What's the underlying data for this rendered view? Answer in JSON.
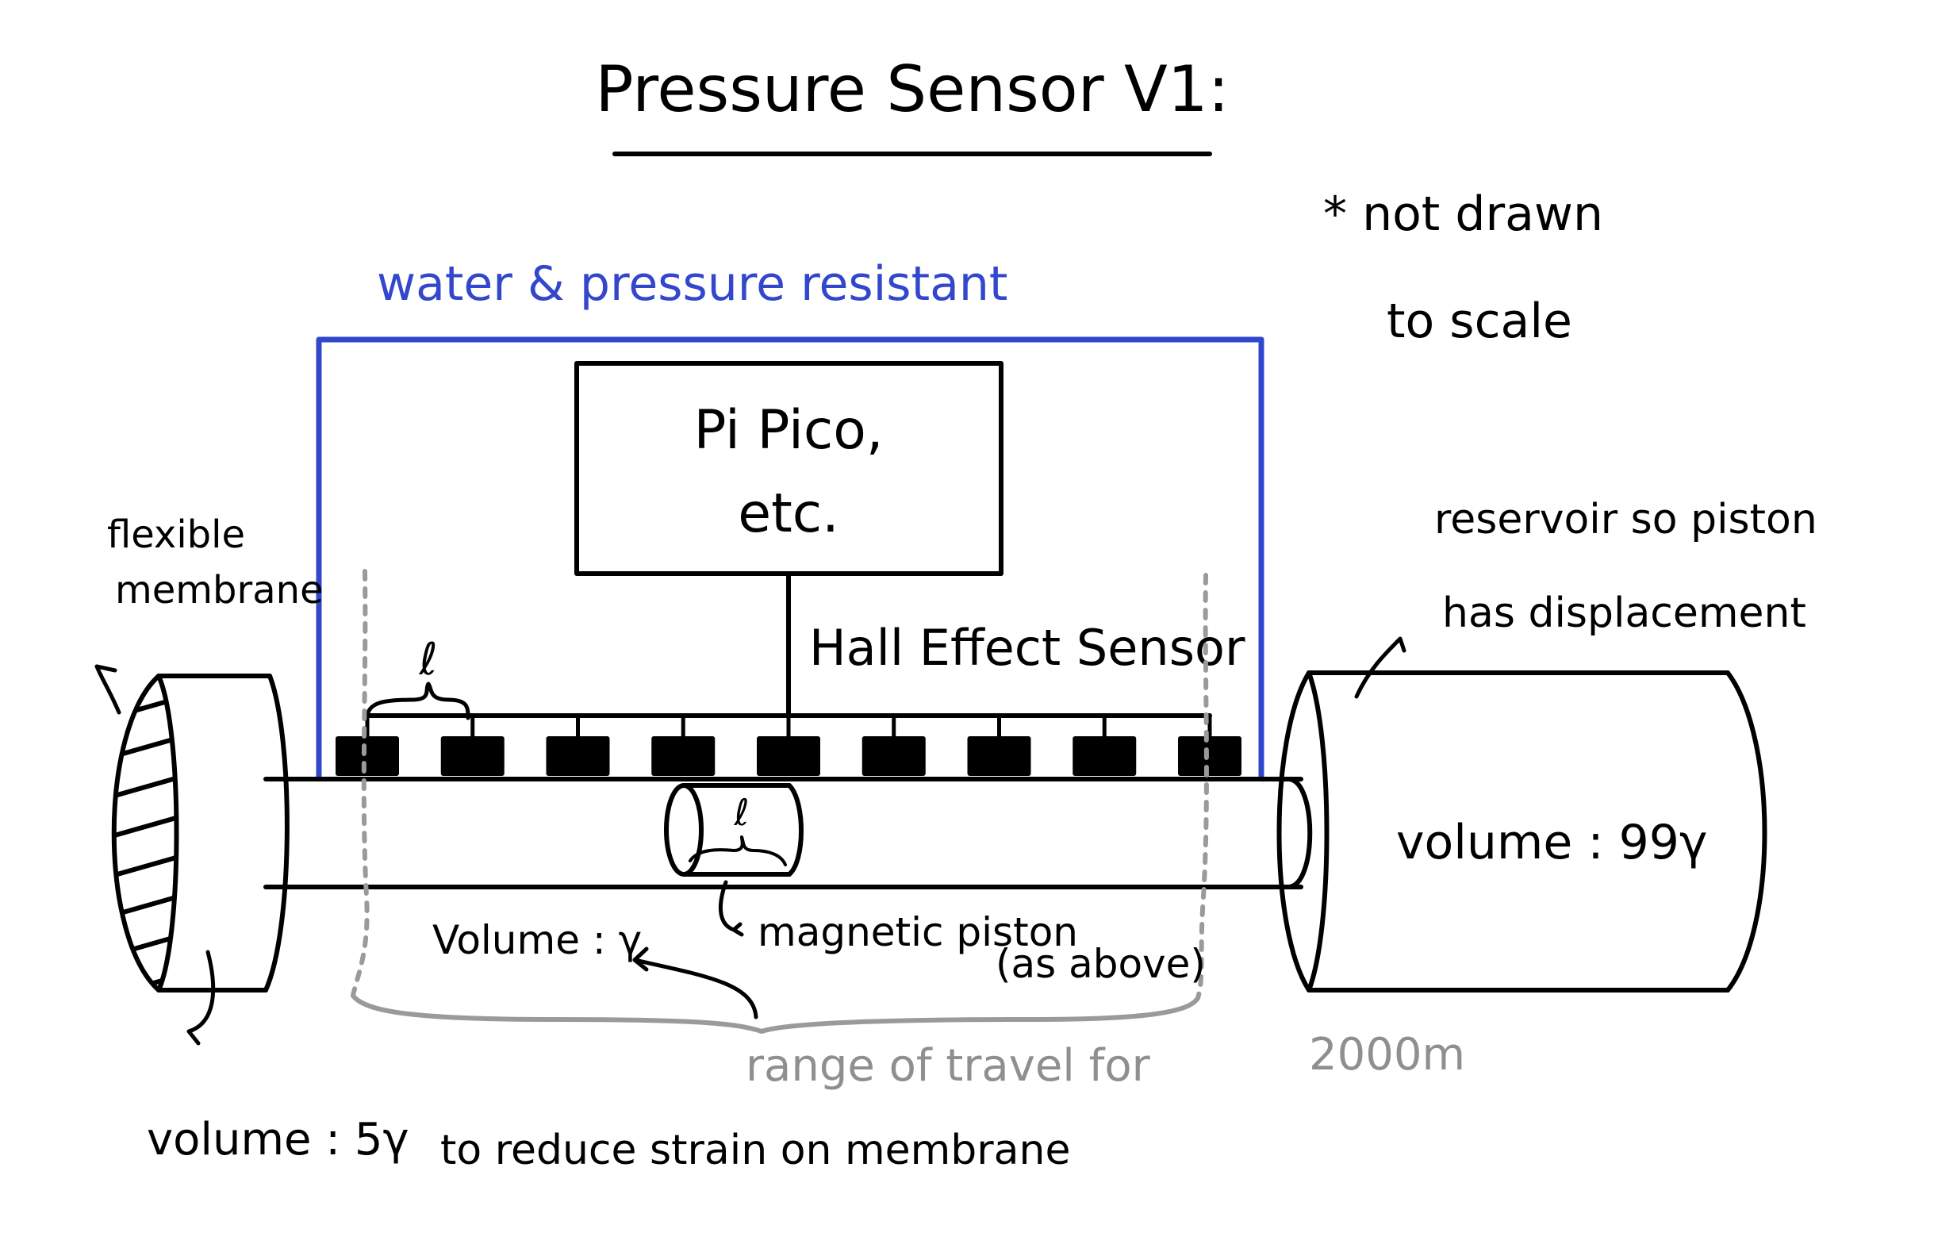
{
  "title": "Pressure Sensor V1:",
  "note": {
    "line1": "* not drawn",
    "line2": "to scale"
  },
  "enclosure": {
    "label": "water & pressure resistant"
  },
  "controller": {
    "line1": "Pi Pico,",
    "line2": "etc."
  },
  "sensor_array": {
    "label": "Hall Effect Sensor",
    "spacing_label": "ℓ",
    "count": 9
  },
  "membrane": {
    "label_line1": "flexible",
    "label_line2": "membrane",
    "volume_label": "volume : 5γ",
    "volume_note": "to reduce strain on membrane"
  },
  "tube": {
    "volume_label": "Volume : γ"
  },
  "piston": {
    "length_label": "ℓ",
    "label_line1": "magnetic piston",
    "label_line2": "(as above)"
  },
  "reservoir": {
    "label_line1": "reservoir so piston",
    "label_line2": "has displacement",
    "volume_label": "volume : 99γ"
  },
  "travel": {
    "label": "range of travel for",
    "depth": "2000m"
  },
  "colors": {
    "ink": "#000000",
    "enclosure": "#3347cc",
    "range": "#9a9a9a"
  }
}
